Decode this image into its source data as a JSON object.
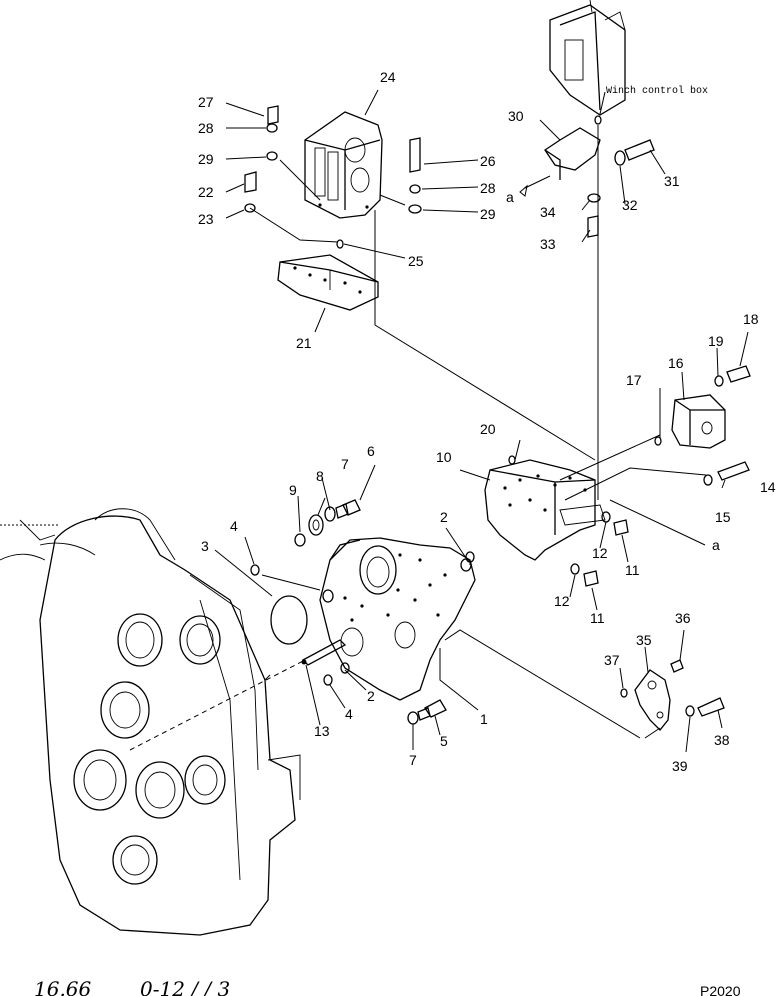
{
  "diagram": {
    "note_label": "Winch control box",
    "letter_a": "a",
    "footer_left": "16.66",
    "footer_mid": "0-12 / / 3",
    "footer_right": "P2020",
    "callouts": [
      {
        "id": "c1",
        "text": "1"
      },
      {
        "id": "c2a",
        "text": "2"
      },
      {
        "id": "c2b",
        "text": "2"
      },
      {
        "id": "c3",
        "text": "3"
      },
      {
        "id": "c4a",
        "text": "4"
      },
      {
        "id": "c4b",
        "text": "4"
      },
      {
        "id": "c5",
        "text": "5"
      },
      {
        "id": "c6",
        "text": "6"
      },
      {
        "id": "c7a",
        "text": "7"
      },
      {
        "id": "c7b",
        "text": "7"
      },
      {
        "id": "c8",
        "text": "8"
      },
      {
        "id": "c9",
        "text": "9"
      },
      {
        "id": "c10",
        "text": "10"
      },
      {
        "id": "c11a",
        "text": "11"
      },
      {
        "id": "c11b",
        "text": "11"
      },
      {
        "id": "c12a",
        "text": "12"
      },
      {
        "id": "c12b",
        "text": "12"
      },
      {
        "id": "c13",
        "text": "13"
      },
      {
        "id": "c14",
        "text": "14"
      },
      {
        "id": "c15",
        "text": "15"
      },
      {
        "id": "c16",
        "text": "16"
      },
      {
        "id": "c17",
        "text": "17"
      },
      {
        "id": "c18",
        "text": "18"
      },
      {
        "id": "c19",
        "text": "19"
      },
      {
        "id": "c20",
        "text": "20"
      },
      {
        "id": "c21",
        "text": "21"
      },
      {
        "id": "c22",
        "text": "22"
      },
      {
        "id": "c23",
        "text": "23"
      },
      {
        "id": "c24",
        "text": "24"
      },
      {
        "id": "c25",
        "text": "25"
      },
      {
        "id": "c26",
        "text": "26"
      },
      {
        "id": "c27",
        "text": "27"
      },
      {
        "id": "c28a",
        "text": "28"
      },
      {
        "id": "c28b",
        "text": "28"
      },
      {
        "id": "c29a",
        "text": "29"
      },
      {
        "id": "c29b",
        "text": "29"
      },
      {
        "id": "c30",
        "text": "30"
      },
      {
        "id": "c31",
        "text": "31"
      },
      {
        "id": "c32",
        "text": "32"
      },
      {
        "id": "c33",
        "text": "33"
      },
      {
        "id": "c34",
        "text": "34"
      },
      {
        "id": "c35",
        "text": "35"
      },
      {
        "id": "c36",
        "text": "36"
      },
      {
        "id": "c37",
        "text": "37"
      },
      {
        "id": "c38",
        "text": "38"
      },
      {
        "id": "c39",
        "text": "39"
      }
    ]
  }
}
